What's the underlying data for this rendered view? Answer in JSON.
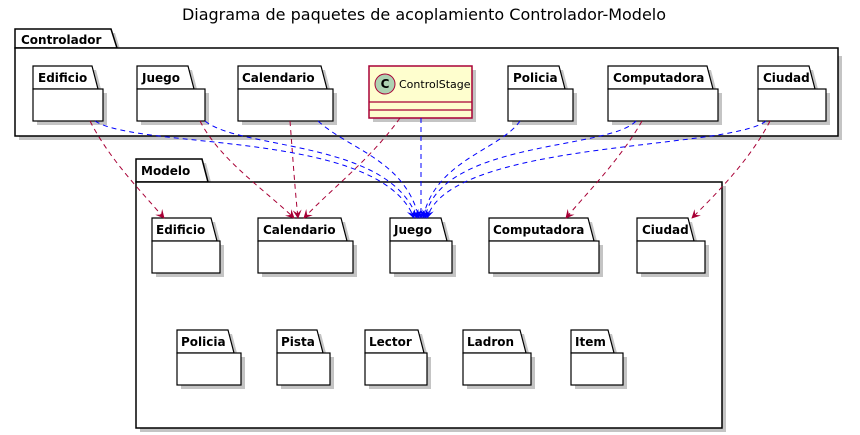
{
  "title": "Diagrama de paquetes de acoplamiento Controlador-Modelo",
  "colors": {
    "outline": "#000000",
    "shadow": "#c4c4c4",
    "class_fill": "#fefece",
    "class_border": "#a80036",
    "class_badge": "#add1b2",
    "dep_purple": "#a80036",
    "dep_blue": "#0000ff"
  },
  "controlador": {
    "label": "Controlador",
    "packages": {
      "edificio": "Edificio",
      "juego": "Juego",
      "calendario": "Calendario",
      "policia": "Policia",
      "computadora": "Computadora",
      "ciudad": "Ciudad"
    },
    "control_stage": {
      "badge": "C",
      "name": "ControlStage"
    }
  },
  "modelo": {
    "label": "Modelo",
    "packages": {
      "edificio": "Edificio",
      "calendario": "Calendario",
      "juego": "Juego",
      "computadora": "Computadora",
      "ciudad": "Ciudad",
      "policia": "Policia",
      "pista": "Pista",
      "lector": "Lector",
      "ladron": "Ladron",
      "item": "Item"
    }
  }
}
